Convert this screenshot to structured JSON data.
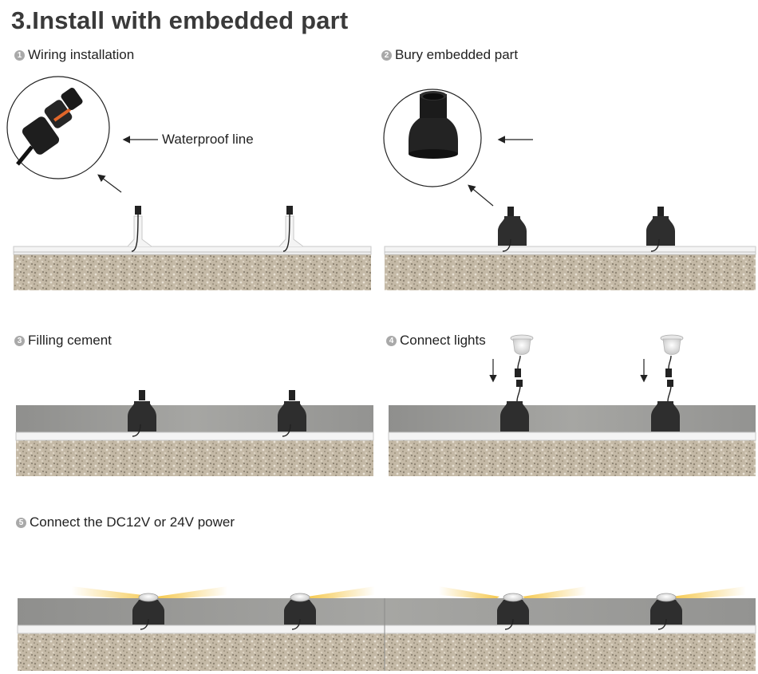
{
  "title": "3.Install with embedded part",
  "steps": [
    {
      "num": "1",
      "label": "Wiring installation"
    },
    {
      "num": "2",
      "label": "Bury embedded part"
    },
    {
      "num": "3",
      "label": "Filling cement"
    },
    {
      "num": "4",
      "label": "Connect lights"
    },
    {
      "num": "5",
      "label": "Connect the DC12V or 24V power"
    }
  ],
  "callouts": {
    "waterproof_line": "Waterproof line"
  },
  "colors": {
    "title": "#3a3a3a",
    "gravel": "#bdb2a0",
    "concrete": "#9a9a98",
    "embedded_part": "#2e2e2e",
    "light_beam": "#f5c542"
  }
}
